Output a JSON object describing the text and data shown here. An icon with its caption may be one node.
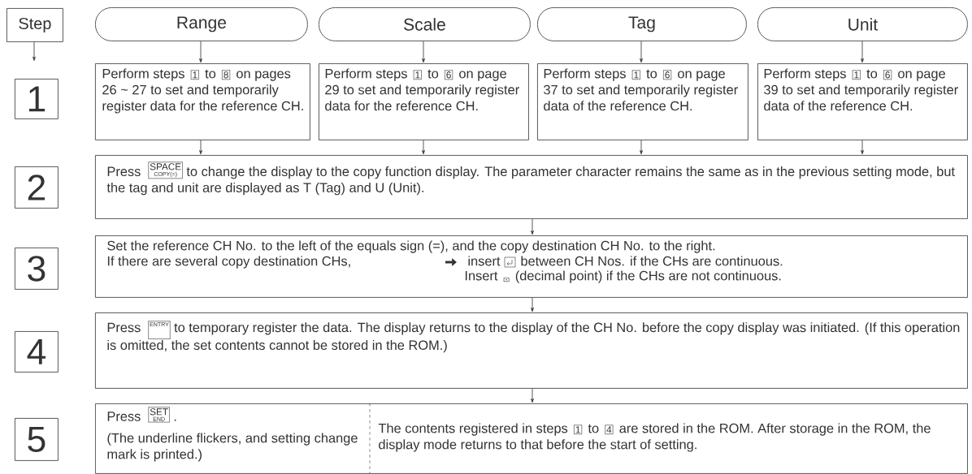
{
  "diagram": {
    "nodes": [
      {
        "text": [
          "Step"
        ]
      },
      {
        "text": [
          "Range"
        ]
      },
      {
        "text": [
          "Scale"
        ]
      },
      {
        "text": [
          "Tag"
        ]
      },
      {
        "text": [
          "Unit"
        ]
      },
      {
        "text": [
          "1"
        ]
      },
      {
        "text": [
          "Perform steps",
          "1",
          "to",
          "8",
          "on pages 26 ~ 27 to set and temporarily register data for the reference CH."
        ]
      },
      {
        "text": [
          "Perform steps",
          "1",
          "to",
          "6",
          "on page 29 to set and temporarily register data for the reference CH."
        ]
      },
      {
        "text": [
          "Perform steps",
          "1",
          "to",
          "6",
          "on page 37 to set and temporarily register data of the reference CH."
        ]
      },
      {
        "text": [
          "Perform steps",
          "1",
          "to",
          "6",
          "on page 39 to set and temporarily register data of the reference CH."
        ]
      },
      {
        "text": [
          "2"
        ]
      },
      {
        "text": [
          "Press",
          "SPACE",
          "COPY(=)",
          "to change the display to the copy function display. The parameter character remains the same as in the previous setting mode, but the tag and unit are displayed as T (Tag) and U (Unit)."
        ]
      },
      {
        "text": [
          "3"
        ]
      },
      {
        "text": [
          "Set the reference CH No. to the left of the equals sign (=), and the copy destination CH No. to the right.",
          "If there are several copy destination CHs,",
          "insert",
          "between CH Nos. if the CHs are continuous.",
          "Insert",
          ".",
          "(decimal point) if the CHs are not continuous."
        ]
      },
      {
        "text": [
          "4"
        ]
      },
      {
        "text": [
          "Press",
          "ENTRY",
          "to temporary register the data. The display returns to the display of the CH No. before the copy display was initiated. (If this operation is omitted, the set contents cannot be stored in the ROM.)"
        ]
      },
      {
        "text": [
          "5"
        ]
      },
      {
        "text": [
          "Press",
          "SET",
          "END",
          ".",
          "(The underline flickers, and setting change mark is printed.)",
          "The contents registered in steps",
          "1",
          "to",
          "4",
          "are stored in the ROM. After storage in the ROM, the display mode returns to that before the start of setting."
        ]
      }
    ],
    "edges": [
      {
        "from": 0,
        "to": null,
        "arrow": "to"
      },
      {
        "from": 1,
        "to": 6,
        "arrow": "to"
      },
      {
        "from": 2,
        "to": 7,
        "arrow": "to"
      },
      {
        "from": 3,
        "to": 8,
        "arrow": "to"
      },
      {
        "from": 4,
        "to": 9,
        "arrow": "to"
      },
      {
        "from": 6,
        "to": 11,
        "arrow": "to"
      },
      {
        "from": 7,
        "to": 11,
        "arrow": "to"
      },
      {
        "from": 8,
        "to": 11,
        "arrow": "to"
      },
      {
        "from": 9,
        "to": 11,
        "arrow": "to"
      },
      {
        "from": 11,
        "to": 13,
        "arrow": "to"
      },
      {
        "from": 13,
        "to": 15,
        "arrow": "to"
      },
      {
        "from": 15,
        "to": 17,
        "arrow": "to"
      }
    ]
  }
}
